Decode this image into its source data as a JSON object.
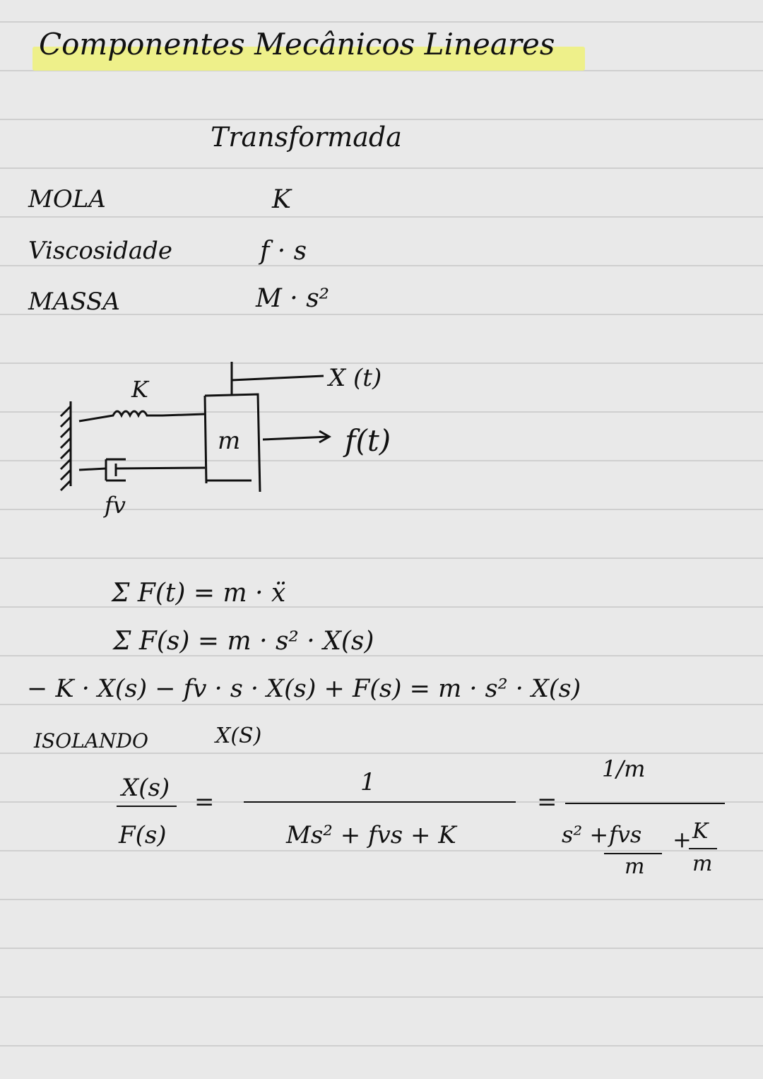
{
  "title": "Componentes Mecânicos Lineares",
  "table": {
    "header": "Transformada",
    "rows": [
      {
        "label": "MOLA",
        "value": "K"
      },
      {
        "label": "Viscosidade",
        "value": "f · s"
      },
      {
        "label": "MASSA",
        "value": "M · s²"
      }
    ]
  },
  "diagram": {
    "spring_label": "K",
    "damper_label": "fv",
    "mass_label": "m",
    "position_label": "X (t)",
    "force_label": "f(t)"
  },
  "equations": {
    "eq1": "Σ F(t) = m · ẍ",
    "eq2": "Σ F(s) = m · s² · X(s)",
    "eq3": "− K · X(s) − fv · s · X(s) + F(s) = m · s² · X(s)",
    "isolating_label": "ISOLANDO",
    "isolating_var": "X(S)",
    "tf_num": "X(s)",
    "tf_den": "F(s)",
    "eq_sign": "=",
    "mid_num": "1",
    "mid_den": "Ms² + fvs + K",
    "right_num": "1/m",
    "right_den_s2": "s² +",
    "right_den_fvs": "fvs",
    "right_den_m1": "m",
    "right_den_plus": "+",
    "right_den_k": "K",
    "right_den_m2": "m"
  }
}
